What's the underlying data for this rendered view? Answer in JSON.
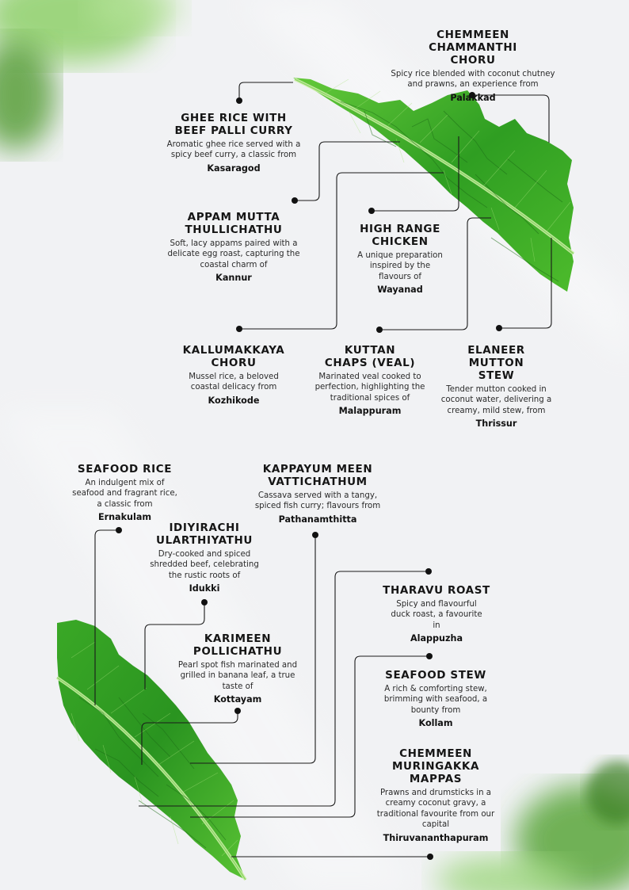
{
  "dishes": [
    {
      "key": "chemmeen_chammanthi",
      "name": "CHEMMEEN CHAMMANTHI CHORU",
      "desc": "Spicy rice blended with coconut chutney and prawns, an experience from",
      "place": "Palakkad"
    },
    {
      "key": "ghee_rice",
      "name": "GHEE RICE WITH BEEF PALLI CURRY",
      "desc": "Aromatic ghee rice served with a spicy beef curry, a classic from",
      "place": "Kasaragod"
    },
    {
      "key": "appam",
      "name": "APPAM MUTTA THULLICHATHU",
      "desc": "Soft, lacy appams paired with a delicate egg roast, capturing the coastal charm of",
      "place": "Kannur"
    },
    {
      "key": "high_range",
      "name": "HIGH RANGE CHICKEN",
      "desc": "A unique preparation inspired by the flavours of",
      "place": "Wayanad"
    },
    {
      "key": "kallumakkaya",
      "name": "KALLUMAKKAYA CHORU",
      "desc": "Mussel rice, a beloved coastal delicacy from",
      "place": "Kozhikode"
    },
    {
      "key": "kuttan",
      "name": "KUTTAN CHAPS (VEAL)",
      "desc": "Marinated veal cooked to perfection, highlighting the traditional spices of",
      "place": "Malappuram"
    },
    {
      "key": "elaneer",
      "name": "ELANEER MUTTON STEW",
      "desc": "Tender mutton cooked in coconut water, delivering a creamy, mild stew, from",
      "place": "Thrissur"
    },
    {
      "key": "seafood_rice",
      "name": "SEAFOOD RICE",
      "desc": "An indulgent mix of seafood and fragrant rice, a classic from",
      "place": "Ernakulam"
    },
    {
      "key": "kappayum",
      "name": "KAPPAYUM MEEN VATTICHATHUM",
      "desc": "Cassava served with a tangy, spiced fish curry; flavours from",
      "place": "Pathanamthitta"
    },
    {
      "key": "idiyirachi",
      "name": "IDIYIRACHI ULARTHIYATHU",
      "desc": "Dry-cooked and spiced shredded beef, celebrating the rustic roots of",
      "place": "Idukki"
    },
    {
      "key": "tharavu",
      "name": "THARAVU ROAST",
      "desc": "Spicy and flavourful duck roast, a favourite in",
      "place": "Alappuzha"
    },
    {
      "key": "karimeen",
      "name": "KARIMEEN POLLICHATHU",
      "desc": "Pearl spot fish marinated and grilled in banana leaf, a true taste of",
      "place": "Kottayam"
    },
    {
      "key": "seafood_stew",
      "name": "SEAFOOD STEW",
      "desc": "A rich & comforting stew, brimming with seafood, a bounty from",
      "place": "Kollam"
    },
    {
      "key": "chemmeen_muringakka",
      "name": "CHEMMEEN MURINGAKKA MAPPAS",
      "desc": "Prawns and drumsticks in a creamy coconut gravy, a traditional favourite from our capital",
      "place": "Thiruvananthapuram"
    }
  ],
  "colors": {
    "leaf_dark": "#1f8a1a",
    "leaf_mid": "#3fb324",
    "leaf_light": "#6fd13c",
    "line": "#1a1a1a",
    "background": "#f1f2f4"
  }
}
